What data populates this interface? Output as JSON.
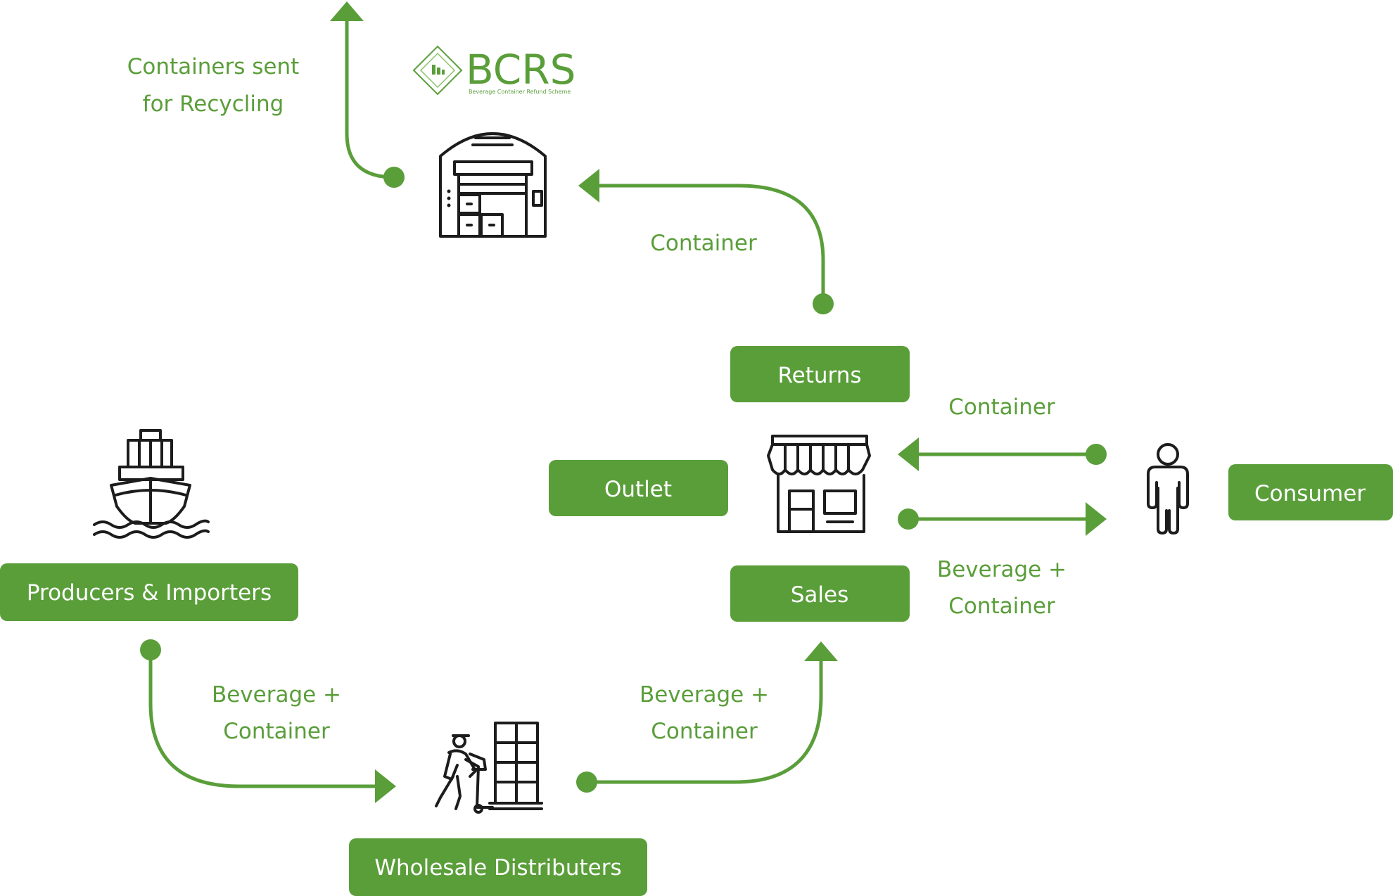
{
  "logo": {
    "name": "BCRS",
    "tagline": "Beverage Container Refund Scheme"
  },
  "nodes": {
    "producers": "Producers & Importers",
    "wholesale": "Wholesale Distributers",
    "outlet": "Outlet",
    "returns": "Returns",
    "sales": "Sales",
    "consumer": "Consumer"
  },
  "flow_labels": {
    "recycling_line1": "Containers sent",
    "recycling_line2": "for Recycling",
    "returns_to_depot": "Container",
    "consumer_to_outlet": "Container",
    "outlet_to_consumer_line1": "Beverage +",
    "outlet_to_consumer_line2": "Container",
    "producers_to_wholesale_line1": "Beverage +",
    "producers_to_wholesale_line2": "Container",
    "wholesale_to_sales_line1": "Beverage +",
    "wholesale_to_sales_line2": "Container"
  },
  "colors": {
    "accent": "#5a9e3a",
    "icon": "#1c1c1c",
    "box_text": "#ffffff"
  },
  "icons": [
    "ship-icon",
    "warehouse-icon",
    "shop-icon",
    "person-icon",
    "pallet-worker-icon",
    "bcrs-logo-icon"
  ]
}
